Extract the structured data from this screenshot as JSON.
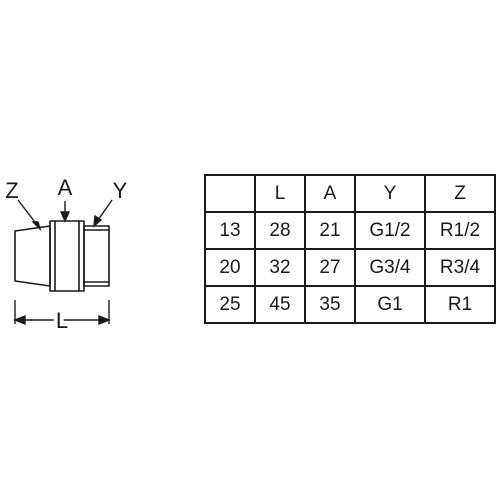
{
  "diagram": {
    "labels": {
      "z": "Z",
      "a": "A",
      "y": "Y",
      "length": "L"
    }
  },
  "spec_table": {
    "headers": [
      "",
      "L",
      "A",
      "Y",
      "Z"
    ],
    "rows": [
      [
        "13",
        "28",
        "21",
        "G1/2",
        "R1/2"
      ],
      [
        "20",
        "32",
        "27",
        "G3/4",
        "R3/4"
      ],
      [
        "25",
        "45",
        "35",
        "G1",
        "R1"
      ]
    ]
  }
}
